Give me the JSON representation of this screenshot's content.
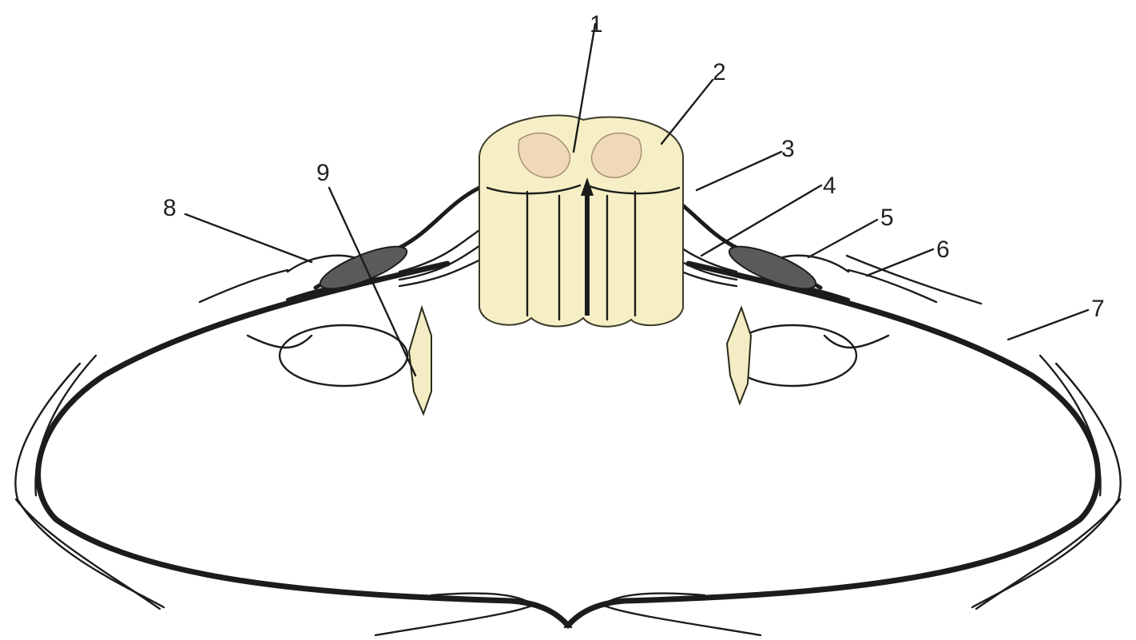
{
  "diagram": {
    "labels": [
      {
        "id": "label-1",
        "text": "1"
      },
      {
        "id": "label-2",
        "text": "2"
      },
      {
        "id": "label-3",
        "text": "3"
      },
      {
        "id": "label-4",
        "text": "4"
      },
      {
        "id": "label-5",
        "text": "5"
      },
      {
        "id": "label-6",
        "text": "6"
      },
      {
        "id": "label-7",
        "text": "7"
      },
      {
        "id": "label-8",
        "text": "8"
      },
      {
        "id": "label-9",
        "text": "9"
      }
    ],
    "colors": {
      "cord": "#f6efc6",
      "gray_matter": "#f0d9b9",
      "nerve": "#1c1c1c",
      "ganglion": "#5a5a5a"
    }
  }
}
